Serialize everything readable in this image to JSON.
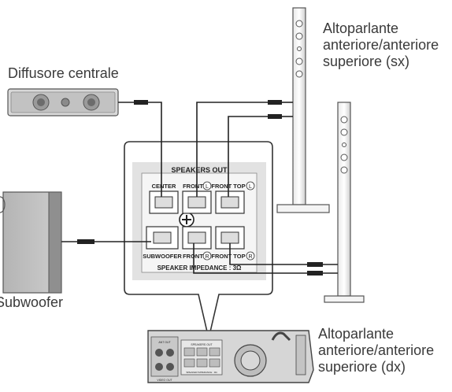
{
  "labels": {
    "center_speaker": "Diffusore centrale",
    "front_left": [
      "Altoparlante",
      "anteriore/anteriore",
      "superiore (sx)"
    ],
    "front_right": [
      "Altoparlante",
      "anteriore/anteriore",
      "superiore (dx)"
    ],
    "subwoofer": "Subwoofer"
  },
  "panel": {
    "title": "SPEAKERS OUT",
    "terminals_top": [
      {
        "label": "CENTER",
        "badge": ""
      },
      {
        "label": "FRONT",
        "badge": "L"
      },
      {
        "label": "FRONT TOP",
        "badge": "L"
      }
    ],
    "terminals_bottom": [
      {
        "label": "SUBWOOFER",
        "badge": ""
      },
      {
        "label": "FRONT",
        "badge": "R"
      },
      {
        "label": "FRONT TOP",
        "badge": "R"
      }
    ],
    "impedance": "SPEAKER IMPEDANCE : 3Ω"
  },
  "receiver": {
    "speakers_out": "SPEAKERS OUT",
    "impedance": "SPEAKER IMPEDANCE : 3Ω",
    "left_label": "ANT OUT",
    "video_out": "VIDEO OUT"
  },
  "colors": {
    "line": "#222222",
    "panel_bg": "#e2e2e2",
    "speaker_fill": "#c8c8c8",
    "speaker_dark": "#9a9a9a",
    "text": "#3a3a3a"
  }
}
